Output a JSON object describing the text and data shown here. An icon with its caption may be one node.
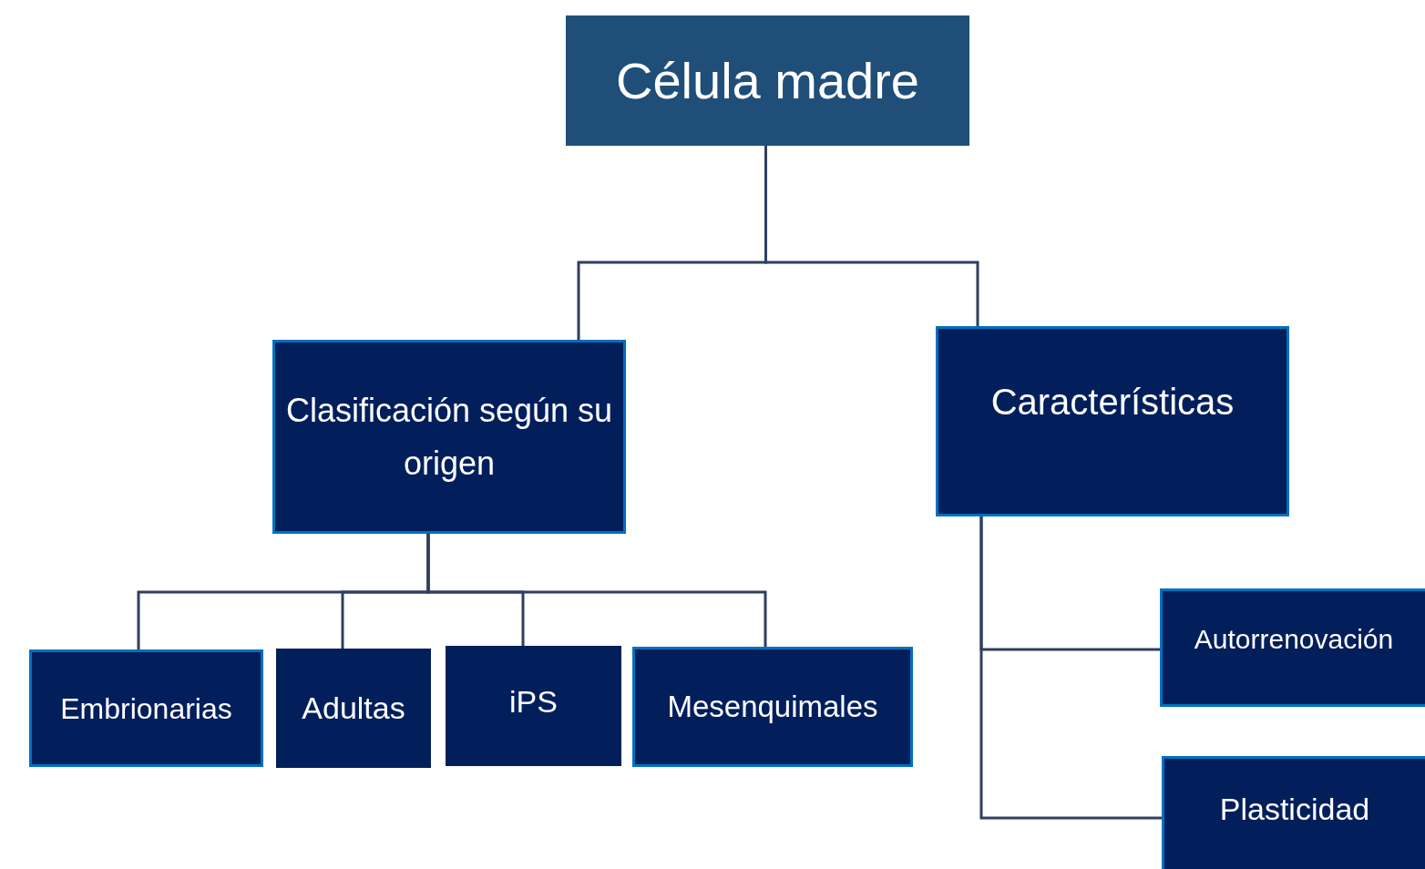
{
  "diagram": {
    "nodes": [
      {
        "text": [
          "Célula madre"
        ]
      },
      {
        "text": [
          "Clasificación según su origen"
        ]
      },
      {
        "text": [
          "Características"
        ]
      },
      {
        "text": [
          "Embrionarias"
        ]
      },
      {
        "text": [
          "Adultas"
        ]
      },
      {
        "text": [
          "iPS"
        ]
      },
      {
        "text": [
          "Mesenquimales"
        ]
      },
      {
        "text": [
          "Autorrenovación"
        ]
      },
      {
        "text": [
          "Plasticidad"
        ]
      }
    ],
    "edges": [
      {
        "from": 0,
        "to": 1,
        "arrow": "none"
      },
      {
        "from": 0,
        "to": 2,
        "arrow": "none"
      },
      {
        "from": 1,
        "to": 3,
        "arrow": "none"
      },
      {
        "from": 1,
        "to": 4,
        "arrow": "none"
      },
      {
        "from": 1,
        "to": 5,
        "arrow": "none"
      },
      {
        "from": 1,
        "to": 6,
        "arrow": "none"
      },
      {
        "from": 2,
        "to": 7,
        "arrow": "none"
      },
      {
        "from": 2,
        "to": 8,
        "arrow": "none"
      }
    ]
  }
}
